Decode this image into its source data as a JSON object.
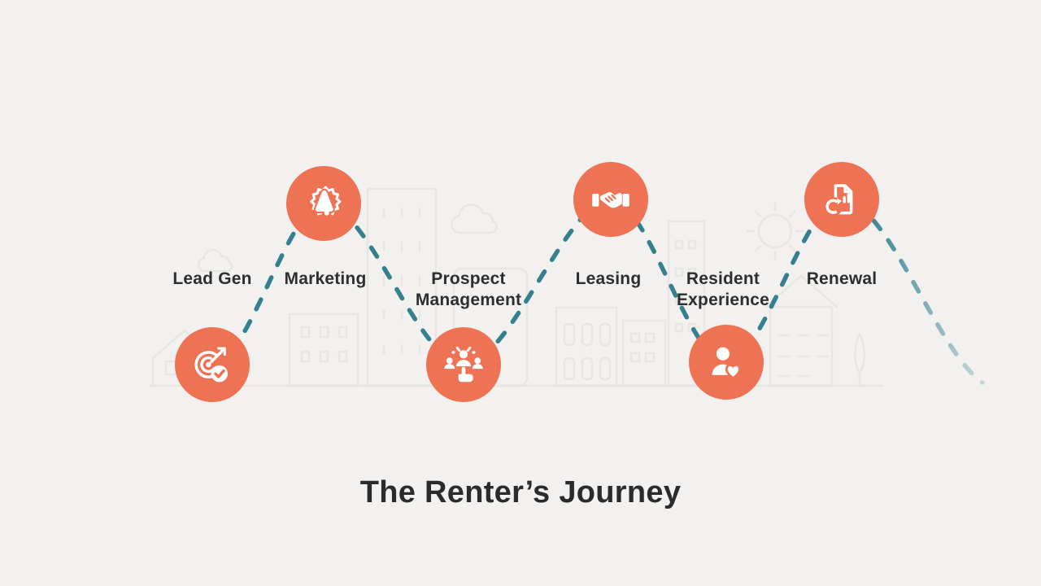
{
  "title": "The Renter’s Journey",
  "stages": [
    {
      "label": "Lead Gen",
      "icon": "target-check-icon",
      "row": "bottom"
    },
    {
      "label": "Marketing",
      "icon": "bell-burst-icon",
      "row": "top"
    },
    {
      "label": "Prospect Management",
      "icon": "select-people-icon",
      "row": "bottom"
    },
    {
      "label": "Leasing",
      "icon": "handshake-icon",
      "row": "top"
    },
    {
      "label": "Resident Experience",
      "icon": "person-heart-icon",
      "row": "bottom"
    },
    {
      "label": "Renewal",
      "icon": "document-renew-icon",
      "row": "top"
    }
  ],
  "colors": {
    "stage_circle": "#EE7254",
    "journey_dash": "#35808E",
    "background": "#F2F1EF",
    "label_text": "#2E2E2E",
    "title_text": "#2B2B2B",
    "skyline_line": "#E7E6E3"
  }
}
